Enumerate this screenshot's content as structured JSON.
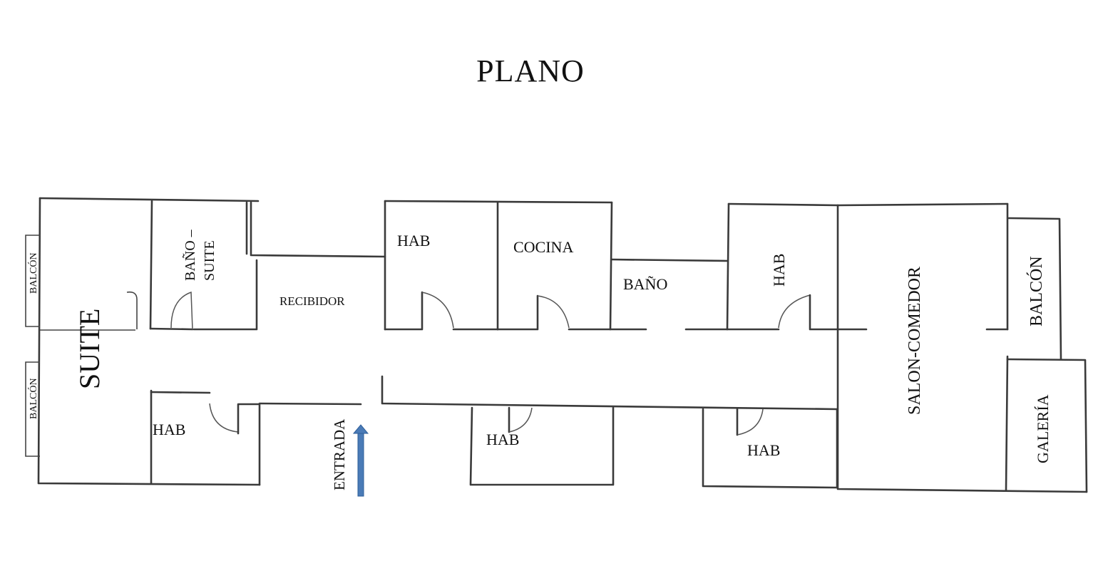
{
  "title": "PLANO",
  "rooms": {
    "suite": "SUITE",
    "balcon_top": "BALCÓN",
    "balcon_bottom": "BALCÓN",
    "bano_suite_line1": "BAÑO –",
    "bano_suite_line2": "SUITE",
    "recibidor": "RECIBIDOR",
    "hab_top_1": "HAB",
    "cocina": "COCINA",
    "bano": "BAÑO",
    "hab_top_2": "HAB",
    "salon_comedor": "SALON-COMEDOR",
    "balcon_right": "BALCÓN",
    "galeria": "GALERÍA",
    "hab_bottom_1": "HAB",
    "entrada": "ENTRADA",
    "hab_bottom_2": "HAB",
    "hab_bottom_3": "HAB"
  },
  "colors": {
    "entrada_arrow": "#4a7bb7"
  }
}
